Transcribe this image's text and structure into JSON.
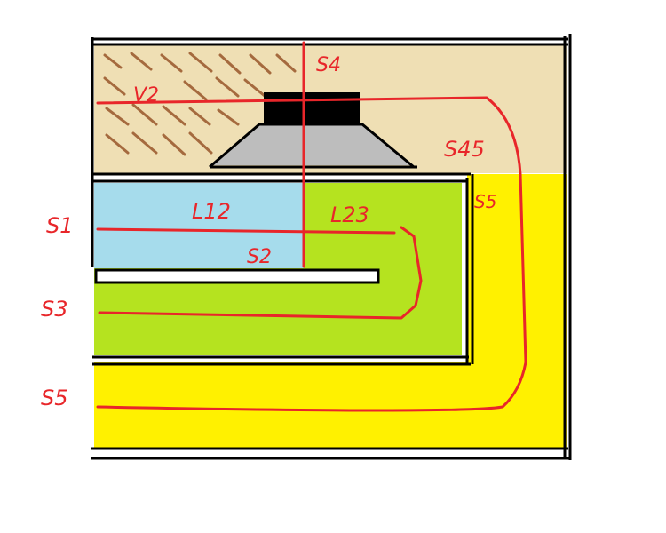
{
  "labels": {
    "s1": "S1",
    "s2": "S2",
    "s3": "S3",
    "s4": "S4",
    "s5_left": "S5",
    "s5_right": "S5",
    "s45": "S45",
    "v2": "V2",
    "l12": "L12",
    "l23": "L23"
  },
  "colors": {
    "background": "#ffffff",
    "region_v2": "#efdfb4",
    "hatch": "#a56a3e",
    "region_l12": "#a6dcec",
    "region_l23": "#b5e31f",
    "region_s5": "#fff100",
    "driver_magnet": "#000000",
    "driver_cone": "#bdbdbd",
    "lines": "#e8262a",
    "walls": "#000000"
  },
  "icons": {
    "driver": "loudspeaker-driver-icon"
  }
}
